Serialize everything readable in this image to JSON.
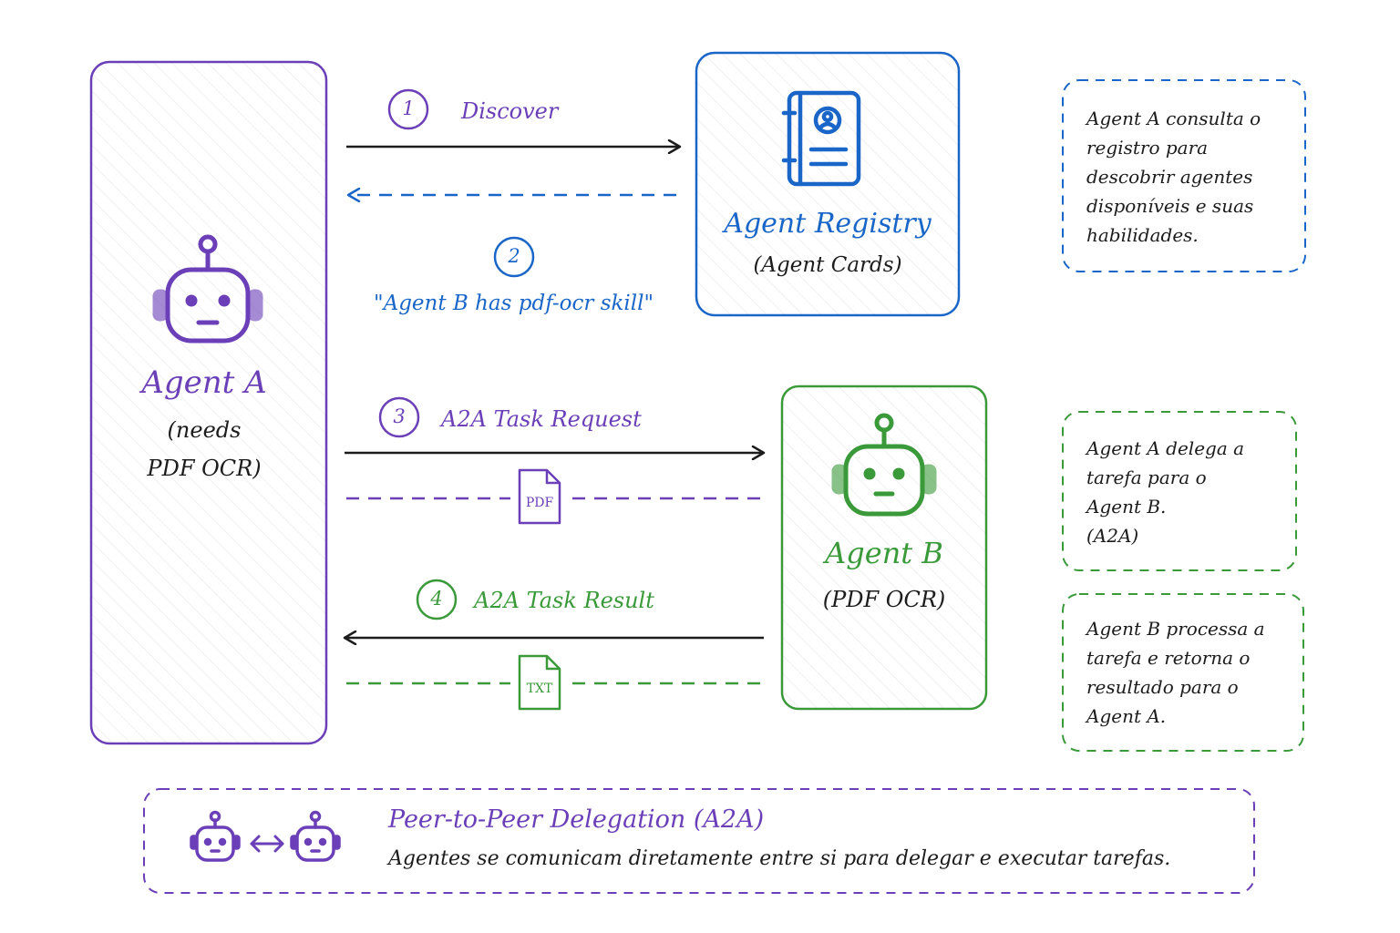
{
  "colors": {
    "purple": "#6b3fb8",
    "blue": "#1a66c8",
    "green": "#3a9a3a",
    "ink": "#1c1c1c"
  },
  "agent_a": {
    "icon": "robot-icon",
    "title": "Agent A",
    "subtitle_1": "(needs",
    "subtitle_2": "PDF OCR)"
  },
  "registry": {
    "icon": "address-book-icon",
    "title": "Agent Registry",
    "subtitle": "(Agent Cards)"
  },
  "agent_b": {
    "icon": "robot-icon",
    "title": "Agent B",
    "subtitle": "(PDF OCR)"
  },
  "steps": [
    {
      "number": "1",
      "label": "Discover"
    },
    {
      "number": "2",
      "label": "\"Agent B has pdf-ocr skill\""
    },
    {
      "number": "3",
      "label": "A2A Task Request"
    },
    {
      "number": "4",
      "label": "A2A Task Result"
    }
  ],
  "files": {
    "request_file": "PDF",
    "result_file": "TXT"
  },
  "notes": {
    "discover": [
      "Agent A consulta o",
      "registro para",
      "descobrir agentes",
      "disponíveis e suas",
      "habilidades."
    ],
    "delegate": [
      "Agent A delega a",
      "tarefa para o",
      "Agent B.",
      "(A2A)"
    ],
    "process": [
      "Agent B processa a",
      "tarefa e retorna o",
      "resultado para o",
      "Agent A."
    ]
  },
  "footer": {
    "title": "Peer-to-Peer Delegation (A2A)",
    "description": "Agentes se comunicam diretamente entre si para delegar e executar tarefas."
  }
}
